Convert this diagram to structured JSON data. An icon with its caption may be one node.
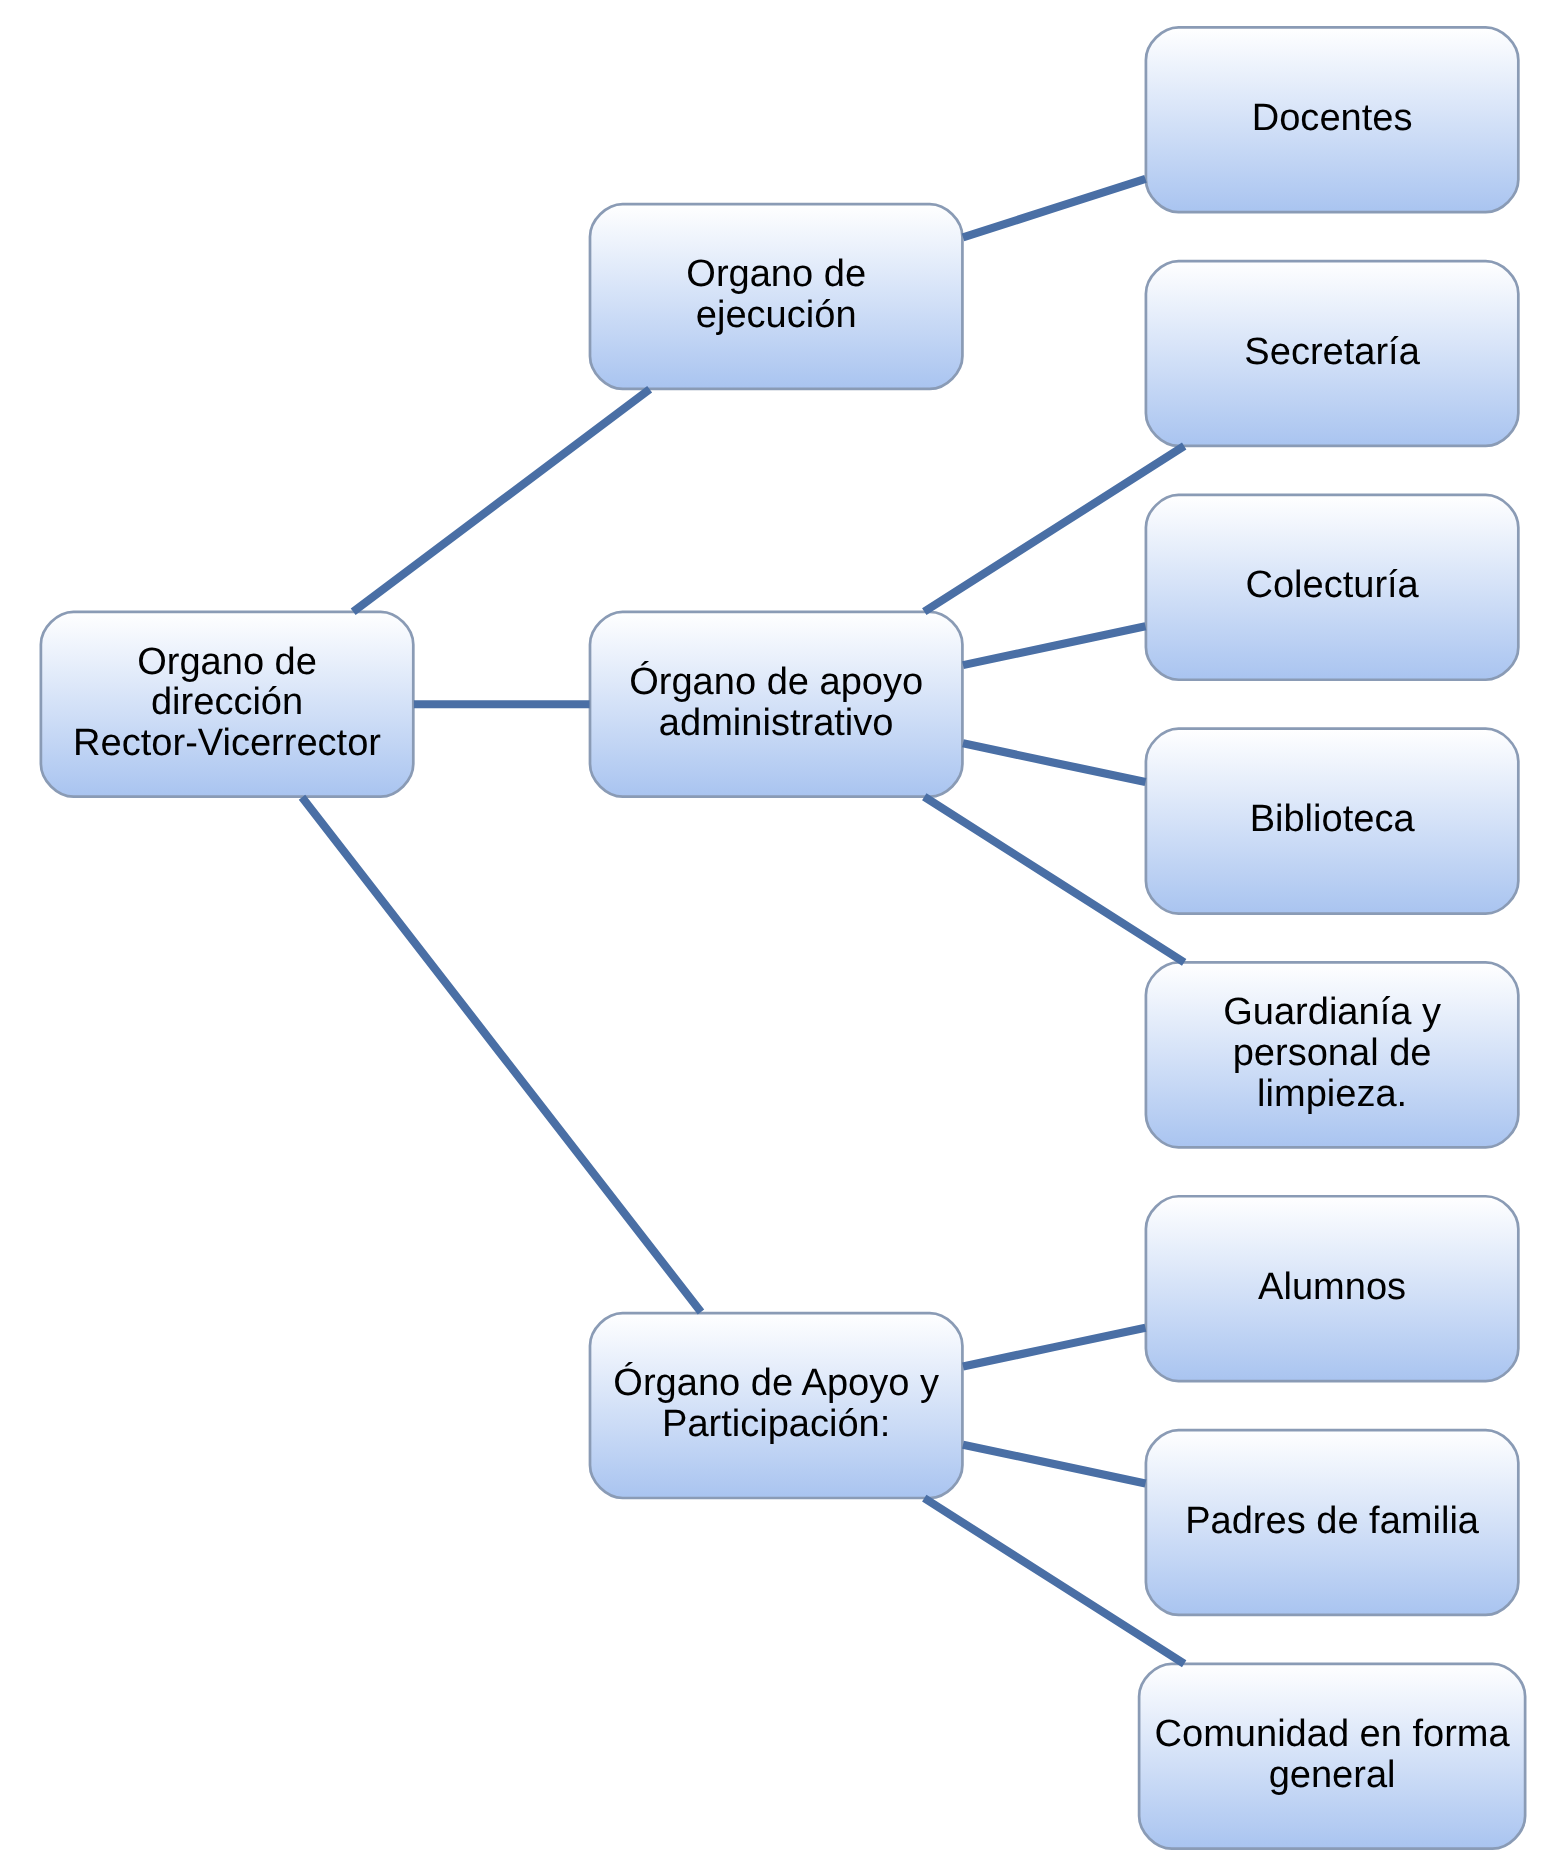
{
  "diagram": {
    "nodes": [
      {
        "text": [
          "Organo de dirección",
          "Rector-Vicerrector"
        ]
      },
      {
        "text": [
          "Organo de ejecución"
        ]
      },
      {
        "text": [
          "Órgano de apoyo administrativo"
        ]
      },
      {
        "text": [
          "Órgano de Apoyo y Participación:"
        ]
      },
      {
        "text": [
          "Docentes"
        ]
      },
      {
        "text": [
          "Secretaría"
        ]
      },
      {
        "text": [
          "Colecturía"
        ]
      },
      {
        "text": [
          "Biblioteca"
        ]
      },
      {
        "text": [
          "Guardianía y personal de limpieza."
        ]
      },
      {
        "text": [
          "Alumnos"
        ]
      },
      {
        "text": [
          "Padres de familia"
        ]
      },
      {
        "text": [
          "Comunidad en forma general"
        ]
      }
    ],
    "edges": [
      {
        "from": 0,
        "to": 1,
        "arrow": "none"
      },
      {
        "from": 0,
        "to": 2,
        "arrow": "none"
      },
      {
        "from": 0,
        "to": 3,
        "arrow": "none"
      },
      {
        "from": 1,
        "to": 4,
        "arrow": "none"
      },
      {
        "from": 2,
        "to": 5,
        "arrow": "none"
      },
      {
        "from": 2,
        "to": 6,
        "arrow": "none"
      },
      {
        "from": 2,
        "to": 7,
        "arrow": "none"
      },
      {
        "from": 2,
        "to": 8,
        "arrow": "none"
      },
      {
        "from": 3,
        "to": 9,
        "arrow": "none"
      },
      {
        "from": 3,
        "to": 10,
        "arrow": "none"
      },
      {
        "from": 3,
        "to": 11,
        "arrow": "none"
      }
    ]
  }
}
